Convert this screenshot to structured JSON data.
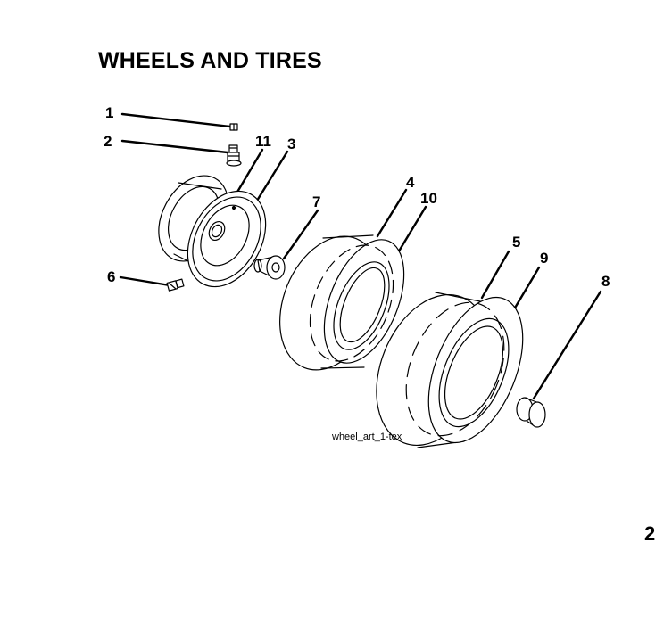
{
  "page_title": "WHEELS AND TIRES",
  "figure_caption": "wheel_art_1-tex",
  "page_number": "2",
  "callouts": [
    "1",
    "2",
    "11",
    "3",
    "7",
    "4",
    "10",
    "5",
    "9",
    "8",
    "6"
  ]
}
